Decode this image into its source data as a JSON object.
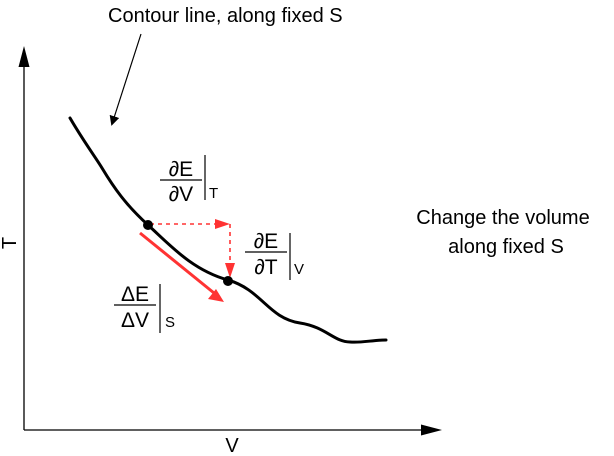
{
  "annotation": {
    "contour_label": "Contour line, along fixed S"
  },
  "axes": {
    "x_label": "V",
    "y_label": "T"
  },
  "note": {
    "line1": "Change the volume",
    "line2": "along fixed S"
  },
  "derivatives": {
    "dE_dV_T": {
      "numerator": "∂E",
      "denominator": "∂V",
      "subscript": "T"
    },
    "dE_dT_V": {
      "numerator": "∂E",
      "denominator": "∂T",
      "subscript": "V"
    },
    "DE_DV_S": {
      "numerator": "ΔE",
      "denominator": "ΔV",
      "subscript": "S"
    }
  },
  "colors": {
    "curve": "#000000",
    "arrow": "#ff3333",
    "axis": "#000000"
  }
}
